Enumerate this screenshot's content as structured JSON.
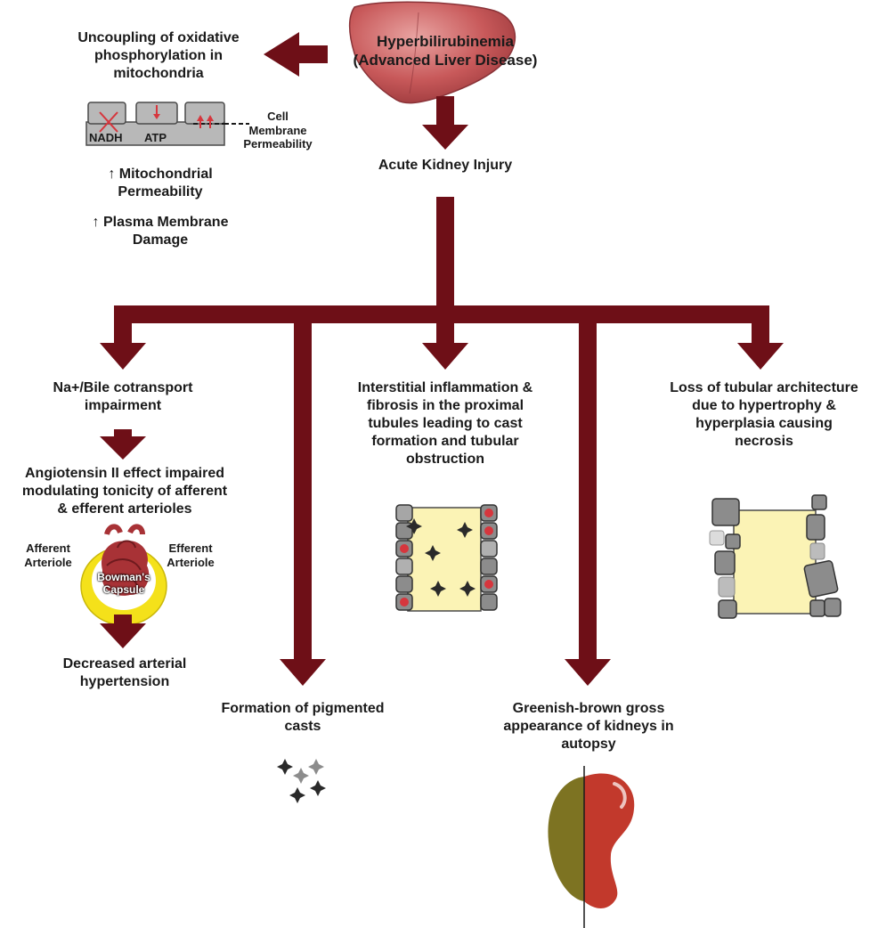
{
  "title": {
    "line1": "Hyperbilirubinemia",
    "line2": "(Advanced Liver Disease)"
  },
  "mito": {
    "heading_line1": "Uncoupling of oxidative",
    "heading_line2": "phosphorylation in",
    "heading_line3": "mitochondria",
    "nadh": "NADH",
    "atp": "ATP",
    "cell_membrane_line1": "Cell",
    "cell_membrane_line2": "Membrane",
    "cell_membrane_line3": "Permeability",
    "mito_perm_line1": "↑ Mitochondrial",
    "mito_perm_line2": "Permeability",
    "plasma_line1": "↑ Plasma Membrane",
    "plasma_line2": "Damage"
  },
  "aki": "Acute Kidney Injury",
  "branch1": {
    "line1": "Na+/Bile cotransport",
    "line2": "impairment",
    "angio_line1": "Angiotensin II effect impaired",
    "angio_line2": "modulating tonicity of afferent",
    "angio_line3": "& efferent arterioles",
    "afferent_line1": "Afferent",
    "afferent_line2": "Arteriole",
    "efferent_line1": "Efferent",
    "efferent_line2": "Arteriole",
    "bowman_line1": "Bowman's",
    "bowman_line2": "Capsule",
    "decreased_line1": "Decreased arterial",
    "decreased_line2": "hypertension"
  },
  "branch2": {
    "line1": "Formation of pigmented",
    "line2": "casts"
  },
  "branch3": {
    "line1": "Interstitial inflammation &",
    "line2": "fibrosis in the proximal",
    "line3": "tubules leading to cast",
    "line4": "formation and tubular",
    "line5": "obstruction"
  },
  "branch4": {
    "line1": "Greenish-brown gross",
    "line2": "appearance of kidneys in",
    "line3": "autopsy"
  },
  "branch5": {
    "line1": "Loss of tubular architecture",
    "line2": "due to hypertrophy &",
    "line3": "hyperplasia causing",
    "line4": "necrosis"
  },
  "colors": {
    "arrow": "#6e0f17",
    "liver": "#c8595a",
    "tubule_fill": "#fbf3b5",
    "cell_gray": "#9b9b9b",
    "nucleus_red": "#d6363d",
    "kidney_green": "#7d7322",
    "kidney_red": "#c2392c",
    "capsule_yellow": "#f4e11a"
  }
}
